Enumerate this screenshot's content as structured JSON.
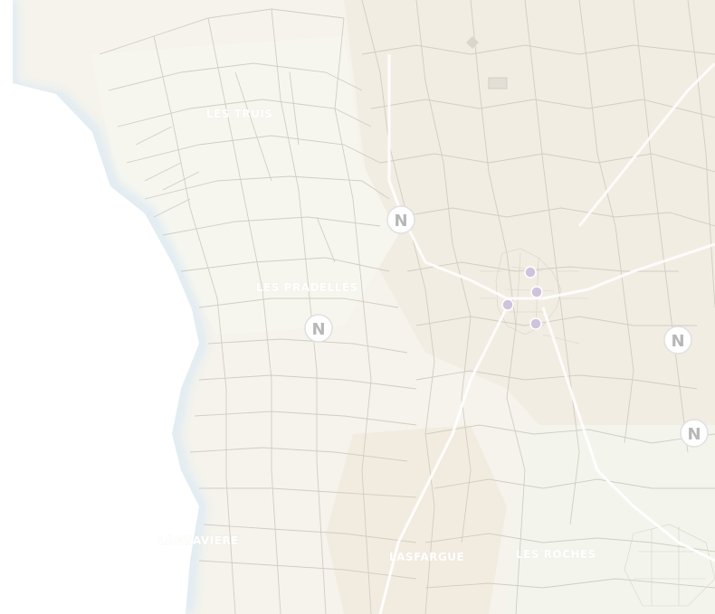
{
  "map": {
    "place_labels": [
      "LES TRUIS",
      "LES PRADELLES",
      "LASFARGUE",
      "LES ROCHES",
      "LAGRAVIÈRE"
    ],
    "markers": [
      {
        "name": "n-marker-1",
        "letter": "N"
      },
      {
        "name": "n-marker-2",
        "letter": "N"
      },
      {
        "name": "n-marker-3",
        "letter": "N"
      },
      {
        "name": "n-marker-4",
        "letter": "N"
      }
    ],
    "colors": {
      "land": "#f2efe6",
      "field": "#f5f4ec",
      "water_edge": "#dce8f0",
      "parcel_line": "#c7c2b5",
      "poi": "#c4b7d6",
      "marker_letter": "#a8a8a8"
    }
  }
}
